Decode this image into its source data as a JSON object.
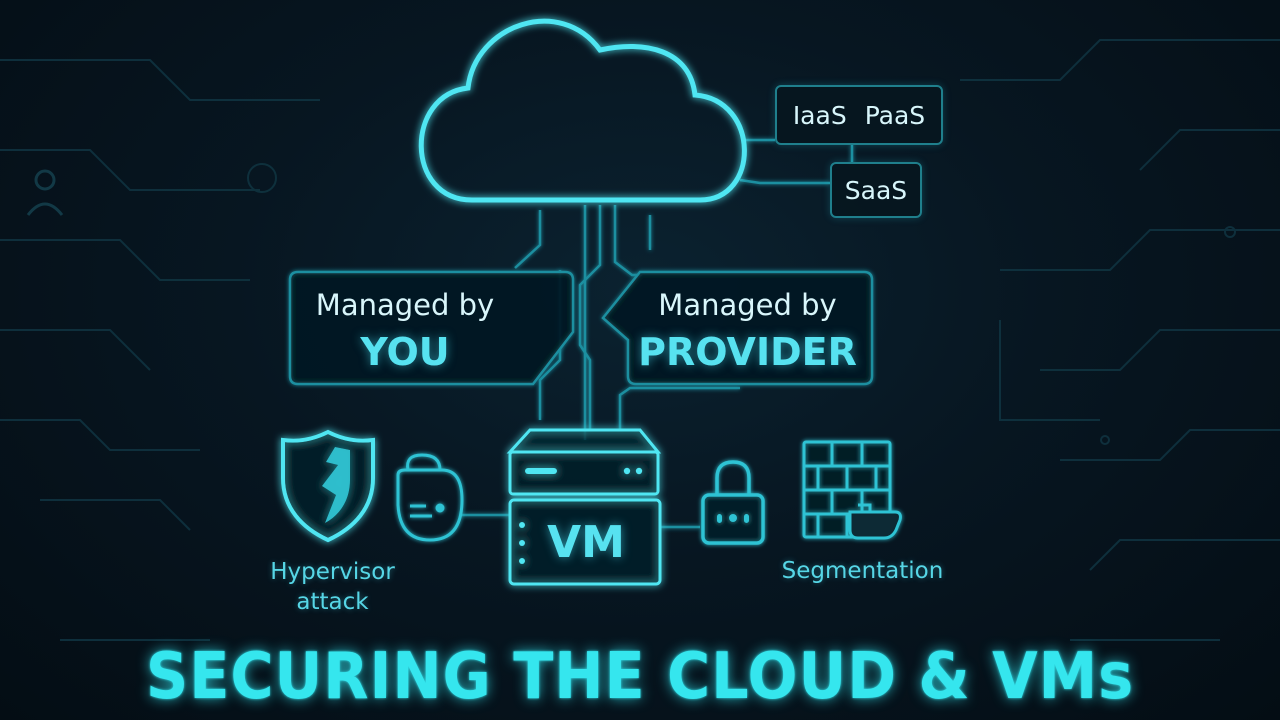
{
  "service_models": {
    "iaas": "IaaS",
    "paas": "PaaS",
    "saas": "SaaS"
  },
  "managed_you": {
    "line1": "Managed by",
    "line2": "YOU"
  },
  "managed_provider": {
    "line1": "Managed by",
    "line2": "PROVIDER"
  },
  "vm_label": "VM",
  "hypervisor": {
    "line1": "Hypervisor",
    "line2": "attack"
  },
  "segmentation": "Segmentation",
  "headline": "SECURING THE CLOUD & VMs",
  "colors": {
    "glow": "#4fe6f2",
    "line": "#1f8fa0",
    "background": "#071621",
    "headline": "#35e6ee"
  },
  "icons": [
    "cloud-icon",
    "server-icon",
    "shield-icon",
    "malware-bug-icon",
    "padlock-icon",
    "firewall-icon",
    "user-icon"
  ]
}
